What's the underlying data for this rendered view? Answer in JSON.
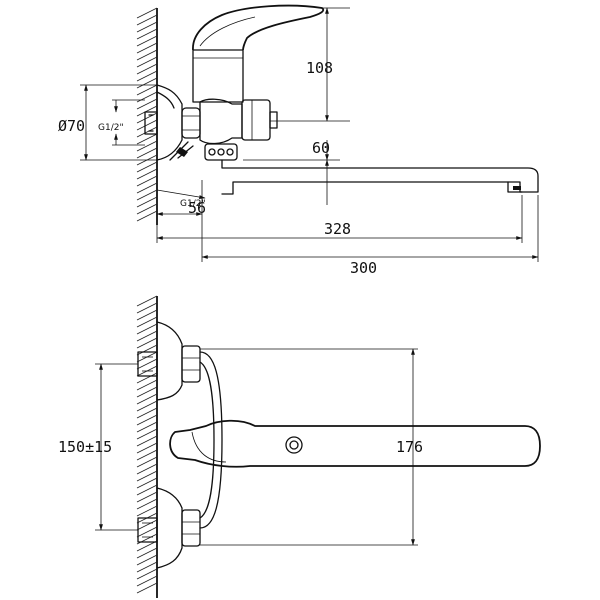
{
  "dimensions": {
    "handle_height": "108",
    "flange_diameter": "Ø70",
    "inlet_thread": "G1/2\"",
    "outlet_thread": "G1/2\"",
    "flange_offset": "56",
    "spout_drop": "60",
    "reach_total": "328",
    "spout_length": "300",
    "inlet_spacing": "150±15",
    "handle_length": "176"
  }
}
